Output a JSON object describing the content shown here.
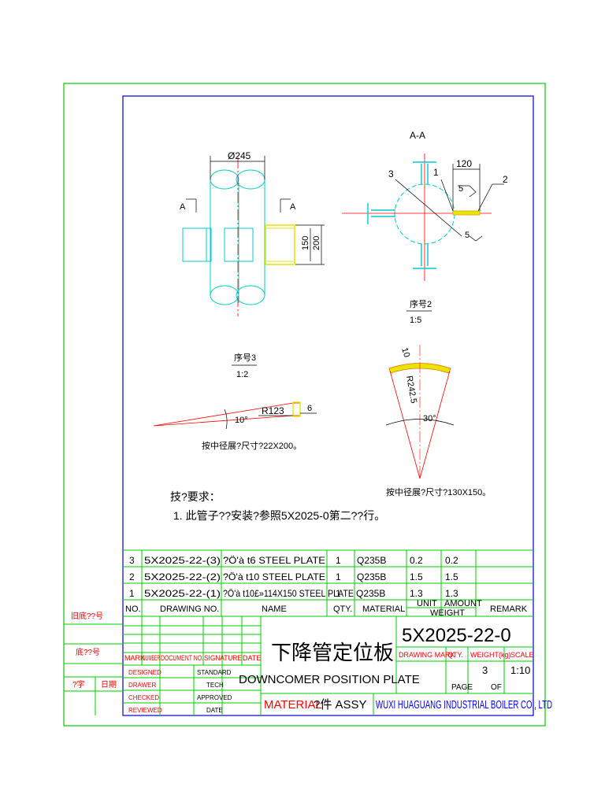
{
  "views": {
    "section_label": "A-A",
    "dia_label": "Ø245",
    "a_left": "A",
    "a_right": "A",
    "dim_150": "150",
    "dim_200": "200",
    "dim_120": "120",
    "ref_1": "1",
    "ref_2": "2",
    "ref_3": "3",
    "weld_5a": "5",
    "weld_5b": "5",
    "seq2_label": "序号2",
    "seq2_scale": "1:5",
    "seq3_label": "序号3",
    "seq3_scale": "1:2",
    "r123": "R123",
    "dim_6": "6",
    "angle_10": "10°",
    "seq3_note": "按中径展?尺寸?22X200。",
    "dim_10": "10",
    "r2425": "R242.5",
    "angle_30": "30°",
    "seq2_note": "按中径展?尺寸?130X150。"
  },
  "notes": {
    "heading": "技?要求：",
    "item1": "1. 此管子??安装?参照5X2025-0第二??行。"
  },
  "bom": {
    "rows": [
      {
        "no": "3",
        "drawing": "5X2025-22-(3)",
        "name": "?Ö'à t6 STEEL PLATE",
        "qty": "1",
        "material": "Q235B",
        "unit": "0.2",
        "amount": "0.2",
        "remark": ""
      },
      {
        "no": "2",
        "drawing": "5X2025-22-(2)",
        "name": "?Ö'à t10 STEEL PLATE",
        "qty": "1",
        "material": "Q235B",
        "unit": "1.5",
        "amount": "1.5",
        "remark": ""
      },
      {
        "no": "1",
        "drawing": "5X2025-22-(1)",
        "name": "?Ö'à t10£»114X150 STEEL PLATE",
        "qty": "1",
        "material": "Q235B",
        "unit": "1.3",
        "amount": "1.3",
        "remark": ""
      }
    ],
    "headers": {
      "no": "NO.",
      "drawing": "DRAWING NO.",
      "name": "NAME",
      "qty": "QTY.",
      "material": "MATERIAL",
      "unit": "UNIT",
      "amount": "AMOUNT",
      "weight": "WEIGHT",
      "remark": "REMARK"
    }
  },
  "title_block": {
    "drawing_number": "5X2025-22-0",
    "title_cn": "下降管定位板",
    "title_en": "DOWNCOMER POSITION PLATE",
    "material_label": "MATERIAL",
    "material_value": "?件 ASSY",
    "company": "WUXI HUAGUANG INDUSTRIAL BOILER CO., LTD",
    "drawing_mark": "DRAWING MARK",
    "qty_label": "QTY.",
    "weight_label": "WEIGHT(kg)",
    "scale_label": "SCALE",
    "qty_value": "3",
    "scale_value": "1:10",
    "page_label": "PAGE",
    "of_label": "OF",
    "mark": "MARK",
    "number": "NUMBER",
    "document_no": "DOCUMENT NO.",
    "signature": "SIGNATURE",
    "date": "DATE",
    "designed": "DESIGNED",
    "drawer": "DRAWER",
    "checked": "CHECKED",
    "reviewed": "REVIEWED",
    "standard": "STANDARD",
    "tech": "TECH",
    "approved": "APPROVED",
    "date2": "DATE"
  },
  "side_block": {
    "old_no": "旧底??号",
    "base_no": "底??号",
    "sign": "?字",
    "date": "日期"
  },
  "colors": {
    "frame": "#00cc00",
    "border": "#0000cc",
    "cyan": "#00cccc",
    "red": "#ff0000",
    "yellow": "#e6e600",
    "text": "#000000",
    "blue_text": "#0000ff"
  }
}
